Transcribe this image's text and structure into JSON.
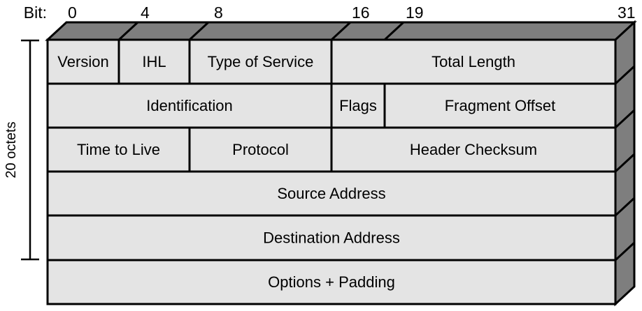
{
  "figure": {
    "bit_axis": {
      "prefix_label": "Bit:",
      "ticks": [
        {
          "label": "0"
        },
        {
          "label": "4"
        },
        {
          "label": "8"
        },
        {
          "label": "16"
        },
        {
          "label": "19"
        },
        {
          "label": "31"
        }
      ]
    },
    "side_bracket": {
      "label": "20 octets"
    },
    "rows": [
      {
        "cells": [
          {
            "label": "Version"
          },
          {
            "label": "IHL"
          },
          {
            "label": "Type of Service"
          },
          {
            "label": "Total Length"
          }
        ]
      },
      {
        "cells": [
          {
            "label": "Identification"
          },
          {
            "label": "Flags"
          },
          {
            "label": "Fragment Offset"
          }
        ]
      },
      {
        "cells": [
          {
            "label": "Time to Live"
          },
          {
            "label": "Protocol"
          },
          {
            "label": "Header Checksum"
          }
        ]
      },
      {
        "cells": [
          {
            "label": "Source Address"
          }
        ]
      },
      {
        "cells": [
          {
            "label": "Destination Address"
          }
        ]
      },
      {
        "cells": [
          {
            "label": "Options + Padding"
          }
        ]
      }
    ],
    "colors": {
      "cell_fill": "#e4e4e4",
      "depth_fill": "#7e7e7e",
      "border": "#000000",
      "text": "#000000",
      "background": "#ffffff"
    }
  }
}
